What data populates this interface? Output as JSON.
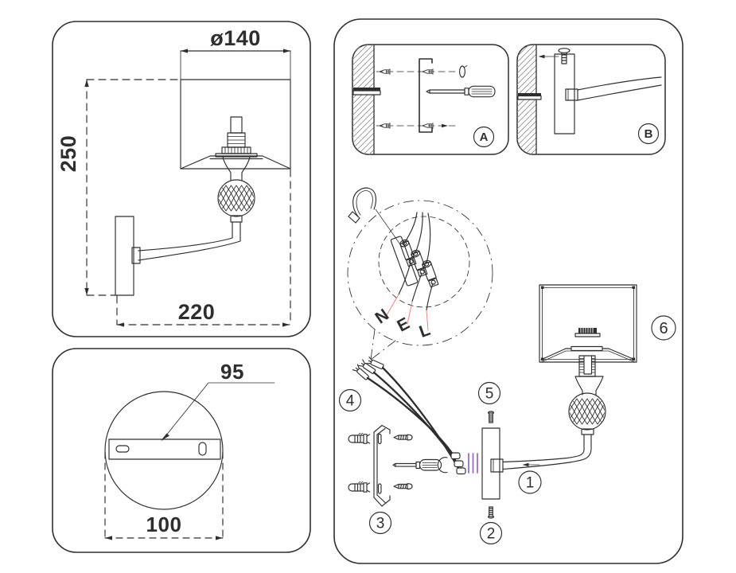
{
  "colors": {
    "ink": "#2e2e2e",
    "accent_red": "#ee8280",
    "accent_purple": "#9a63c0",
    "background": "#ffffff"
  },
  "front_view": {
    "diameter_label": "ø140",
    "height_label": "250",
    "width_label": "220"
  },
  "backplate_view": {
    "bracket_label": "95",
    "width_label": "100"
  },
  "steps": {
    "a_label": "A",
    "b_label": "B"
  },
  "wiring": {
    "neutral_label": "N",
    "earth_label": "E",
    "live_label": "L"
  },
  "parts": {
    "p1": "1",
    "p2": "2",
    "p3": "3",
    "p4": "4",
    "p5": "5",
    "p6": "6"
  }
}
